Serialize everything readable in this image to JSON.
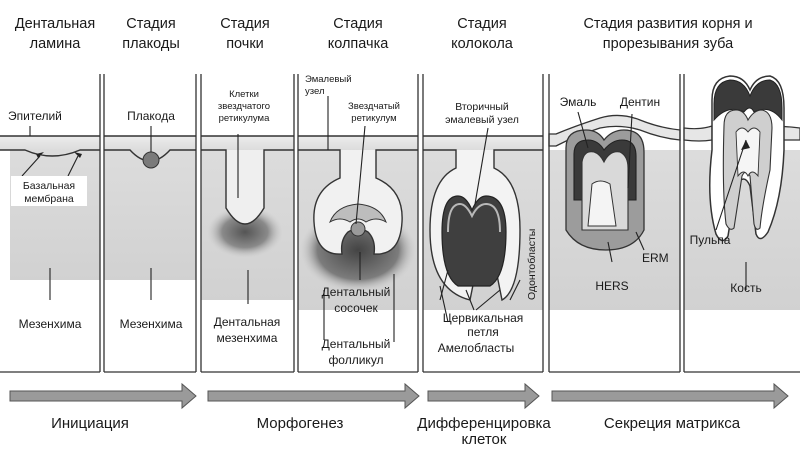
{
  "stages": [
    {
      "line1": "Дентальная",
      "line2": "ламина"
    },
    {
      "line1": "Стадия",
      "line2": "плакоды"
    },
    {
      "line1": "Стадия",
      "line2": "почки"
    },
    {
      "line1": "Стадия",
      "line2": "колпачка"
    },
    {
      "line1": "Стадия",
      "line2": "колокола"
    },
    {
      "line1": "Стадия развития корня и",
      "line2": "прорезывания зуба"
    }
  ],
  "labels": {
    "epithelium": "Эпителий",
    "basal_1": "Базальная",
    "basal_2": "мембрана",
    "mesenchyme_1": "Мезенхима",
    "placode": "Плакода",
    "mesenchyme_2": "Мезенхима",
    "stellate_1": "Клетки",
    "stellate_2": "звездчатого",
    "stellate_3": "ретикулума",
    "dental_mes_1": "Дентальная",
    "dental_mes_2": "мезенхима",
    "enamel_knot_1": "Эмалевый",
    "enamel_knot_2": "узел",
    "stellate_ret_1": "Звездчатый",
    "stellate_ret_2": "ретикулум",
    "papilla_1": "Дентальный",
    "papilla_2": "сосочек",
    "follicle_1": "Дентальный",
    "follicle_2": "фолликул",
    "sec_knot_1": "Вторичный",
    "sec_knot_2": "эмалевый узел",
    "odontoblasts": "Одонтобласты",
    "cervical_1": "Цервикальная",
    "cervical_2": "петля",
    "ameloblasts": "Амелобласты",
    "enamel": "Эмаль",
    "dentin": "Дентин",
    "erm": "ERM",
    "hers": "HERS",
    "pulp": "Пульпа",
    "bone": "Кость"
  },
  "processes": {
    "initiation": "Инициация",
    "morphogenesis": "Морфогенез",
    "diff_1": "Дифференцировка",
    "diff_2": "клеток",
    "matrix": "Секреция матрикса"
  }
}
